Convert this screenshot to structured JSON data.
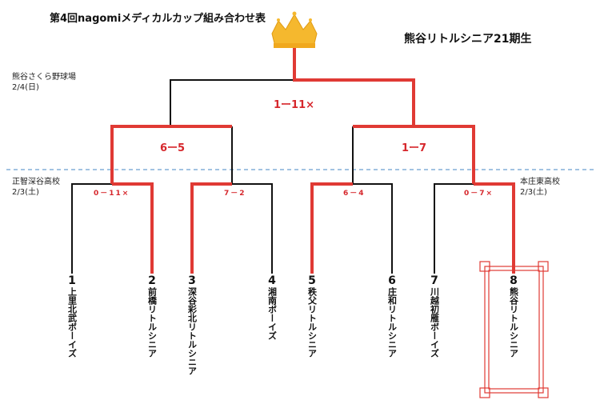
{
  "header": {
    "title": "第4回nagomiメディカルカップ組み合わせ表",
    "team_title": "熊谷リトルシニア21期生"
  },
  "venues": {
    "final_venue": "熊谷さくら野球場",
    "final_date": "2/4(日)",
    "left_venue": "正智深谷高校",
    "left_date": "2/3(土)",
    "right_venue": "本庄東高校",
    "right_date": "2/3(土)"
  },
  "scores": {
    "final": "1ー11×",
    "semi_left": "6ー5",
    "semi_right": "1ー7",
    "qf1": "0－11×",
    "qf2": "7－2",
    "qf3": "6－4",
    "qf4": "0－7×"
  },
  "teams": [
    {
      "num": "1",
      "name": "上里北武ボーイズ"
    },
    {
      "num": "2",
      "name": "前橋リトルシニア"
    },
    {
      "num": "3",
      "name": "深谷彩北リトルシニア"
    },
    {
      "num": "4",
      "name": "湘南ボーイズ"
    },
    {
      "num": "5",
      "name": "秩父リトルシニア"
    },
    {
      "num": "6",
      "name": "庄和リトルシニア"
    },
    {
      "num": "7",
      "name": "川越初雁ボーイズ"
    },
    {
      "num": "8",
      "name": "熊谷リトルシニア"
    }
  ],
  "colors": {
    "winner_line": "#e03a34",
    "loser_line": "#111111",
    "divider": "#6a9fd0",
    "crown": "#f5b82e",
    "highlight_box": "#e03a34"
  },
  "icons": {
    "crown": "crown-icon"
  }
}
